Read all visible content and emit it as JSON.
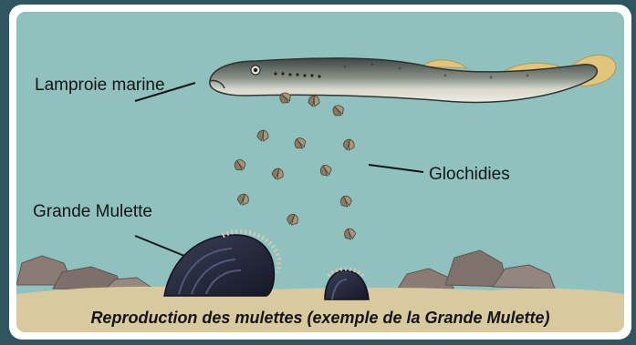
{
  "labels": {
    "lamprey": "Lamproie marine",
    "glochidia": "Glochidies",
    "mussel": "Grande Mulette"
  },
  "caption": "Reproduction des mulettes (exemple de la Grande Mulette)",
  "colors": {
    "water": "#8fc2be",
    "sand": "#d9c99f",
    "rock": "#8a7c74",
    "mussel_shell": "#1f2333",
    "lamprey_back": "#59605c",
    "lamprey_belly": "#e4e2d6",
    "fin": "#e0c57a",
    "frame_bg": "#2e5560"
  }
}
